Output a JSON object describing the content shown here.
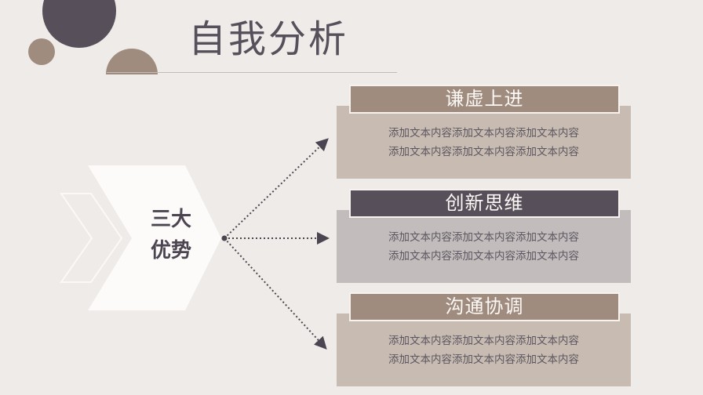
{
  "page": {
    "title": "自我分析",
    "center_label": {
      "line1": "三大",
      "line2": "优势"
    }
  },
  "colors": {
    "background": "#efebe8",
    "dark": "#57505a",
    "taupe": "#a08c7e",
    "taupe_light": "#c8bcb2",
    "gray_light": "#c2bdbc"
  },
  "cards": [
    {
      "heading": "谦虚上进",
      "body_lines": [
        "添加文本内容添加文本内容添加文本内容",
        "添加文本内容添加文本内容添加文本内容"
      ],
      "head_color": "#a08c7e",
      "body_color": "#c8bcb2"
    },
    {
      "heading": "创新思维",
      "body_lines": [
        "添加文本内容添加文本内容添加文本内容",
        "添加文本内容添加文本内容添加文本内容"
      ],
      "head_color": "#57505a",
      "body_color": "#c2bdbc"
    },
    {
      "heading": "沟通协调",
      "body_lines": [
        "添加文本内容添加文本内容添加文本内容",
        "添加文本内容添加文本内容添加文本内容"
      ],
      "head_color": "#a08c7e",
      "body_color": "#c8bcb2"
    }
  ]
}
